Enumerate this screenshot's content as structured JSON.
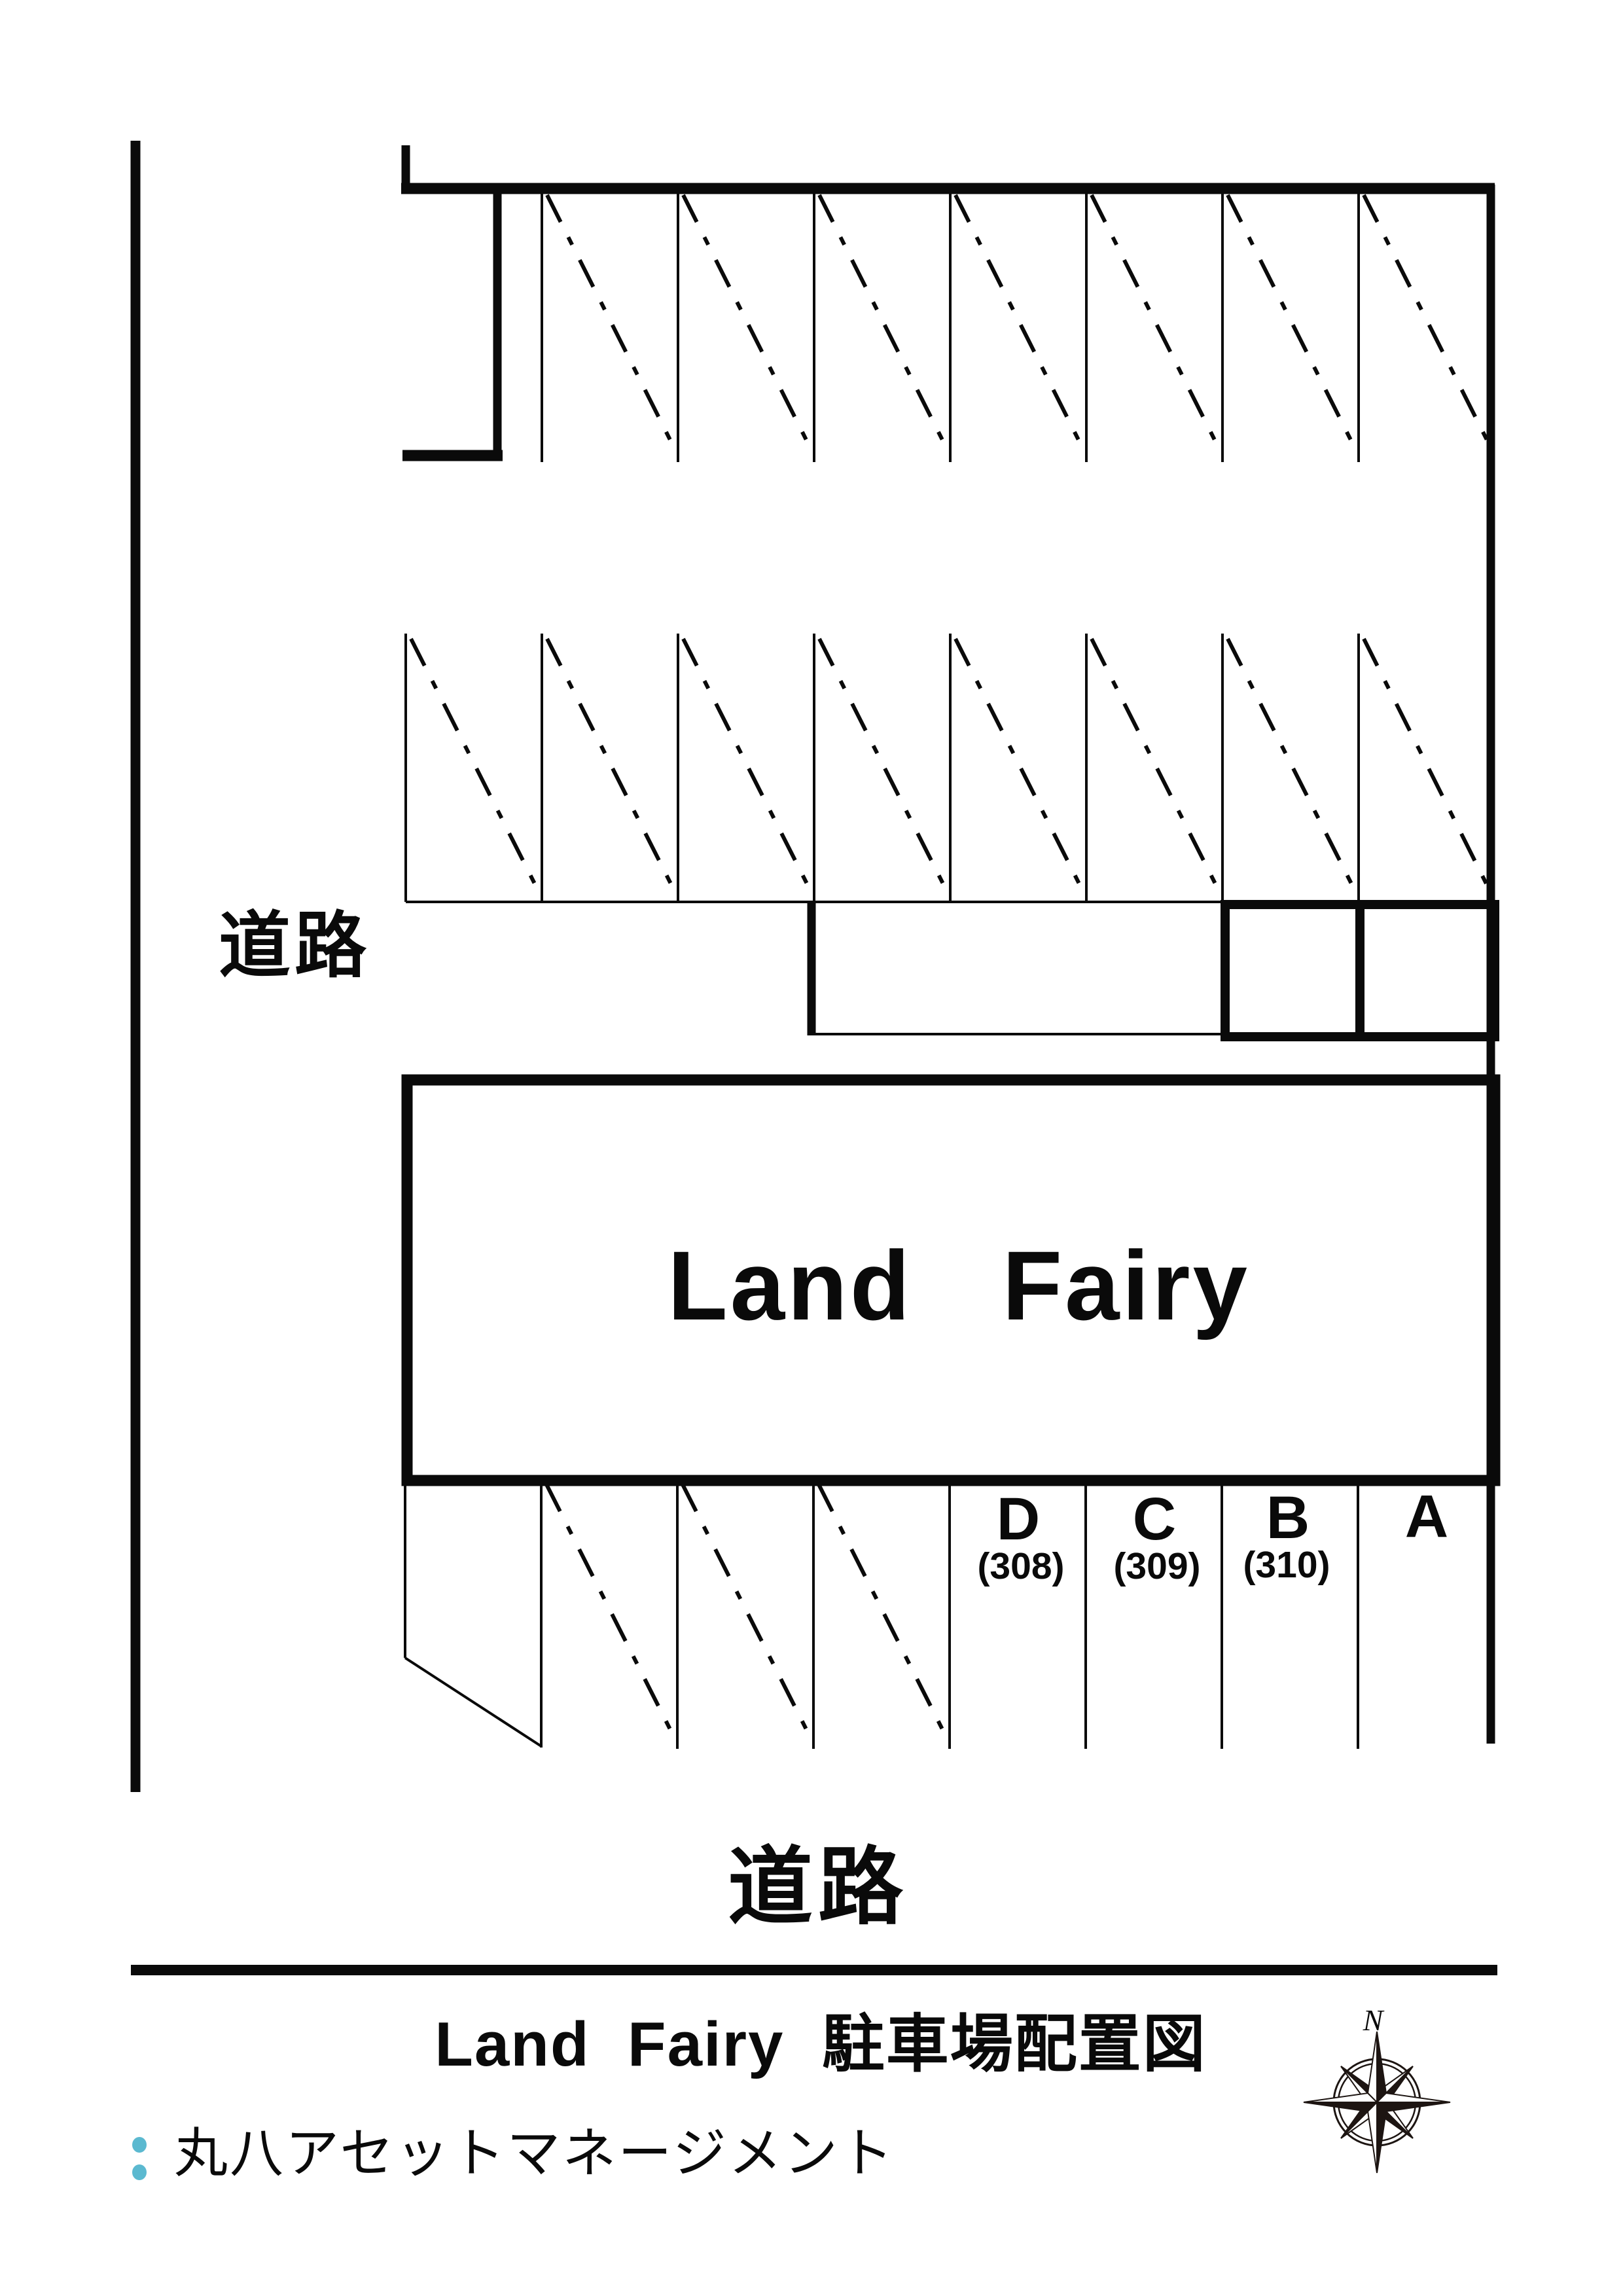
{
  "diagram": {
    "type": "parking-lot-layout",
    "road_left": "道路",
    "road_bottom": "道路",
    "building_label": "Land   Fairy",
    "named_stalls": [
      {
        "letter": "D",
        "unit": "(308)"
      },
      {
        "letter": "C",
        "unit": "(309)"
      },
      {
        "letter": "B",
        "unit": "(310)"
      },
      {
        "letter": "A",
        "unit": ""
      }
    ],
    "row_top_hatched_stalls": 7,
    "row_middle_hatched_stalls": 8,
    "row_bottom_hatched_stalls": 3
  },
  "footer": {
    "title": "Land  Fairy  駐車場配置図",
    "company": "丸八アセットマネージメント",
    "compass_north": "N"
  },
  "colors": {
    "ink": "#0a0a0a",
    "accent_dots": "#5bb9d0",
    "compass": "#1d1512"
  }
}
